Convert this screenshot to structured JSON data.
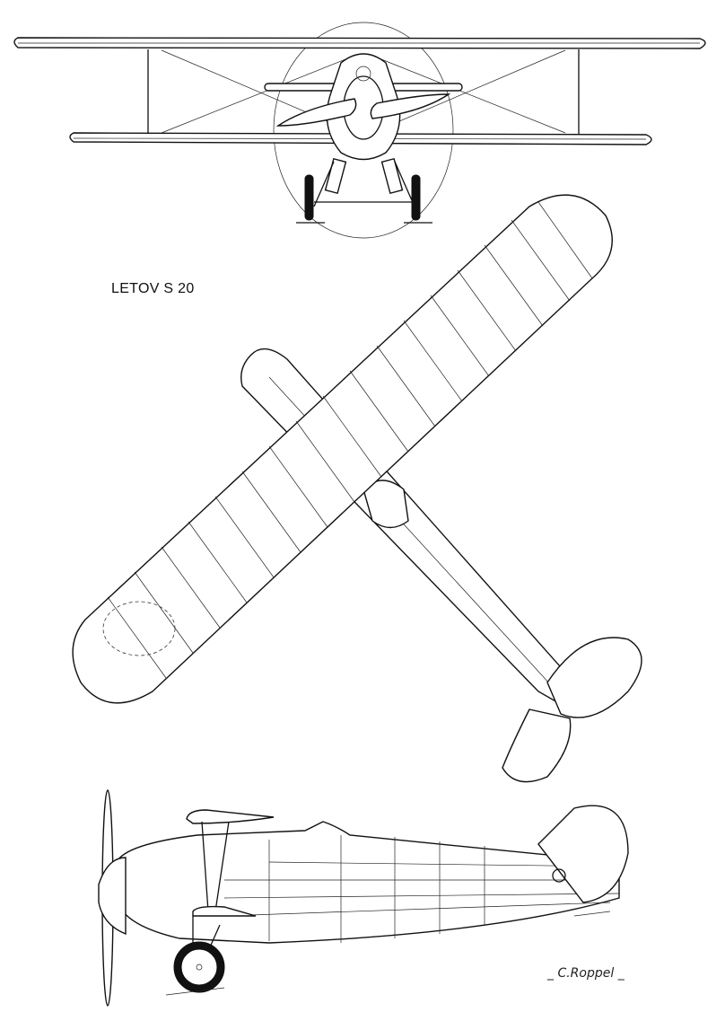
{
  "drawing": {
    "title": "LETOV S 20",
    "signature": "_ C.Roppel _",
    "views": [
      {
        "name": "front-view",
        "label": ""
      },
      {
        "name": "top-view",
        "label": ""
      },
      {
        "name": "side-view",
        "label": ""
      }
    ]
  }
}
